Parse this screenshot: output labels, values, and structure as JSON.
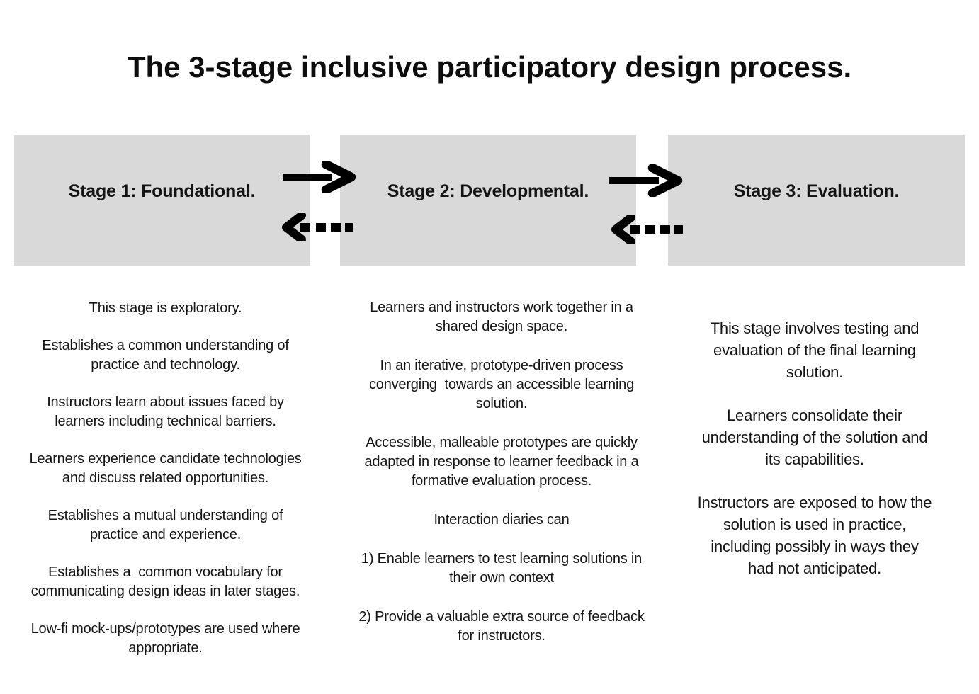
{
  "title": "The 3-stage inclusive participatory design process.",
  "stages": [
    {
      "label": "Stage 1: Foundational.",
      "paragraphs": [
        "This stage is exploratory.",
        "Establishes a common understanding of\npractice and technology.",
        "Instructors learn about issues faced by\nlearners including technical barriers.",
        "Learners experience candidate technologies\nand discuss related opportunities.",
        "Establishes a mutual understanding of\npractice and experience.",
        "Establishes a  common vocabulary for\ncommunicating design ideas in later stages.",
        "Low-fi mock-ups/prototypes are used where\nappropriate."
      ]
    },
    {
      "label": "Stage 2: Developmental.",
      "paragraphs": [
        "Learners and instructors work together in a\nshared design space.",
        "In an iterative, prototype-driven process\nconverging  towards an accessible learning\nsolution.",
        "Accessible, malleable prototypes are quickly\nadapted in response to learner feedback in a\nformative evaluation process.",
        "Interaction diaries can",
        "1) Enable learners to test learning solutions in\ntheir own context",
        "2) Provide a valuable extra source of feedback\nfor instructors."
      ]
    },
    {
      "label": "Stage 3: Evaluation.",
      "paragraphs": [
        "This stage involves testing and\nevaluation of the final learning\nsolution.",
        "Learners consolidate their\nunderstanding of the solution and\nits capabilities.",
        "Instructors are exposed to how the\nsolution is used in practice,\nincluding possibly in ways they\nhad not anticipated."
      ]
    }
  ],
  "flow_arrows": [
    {
      "name": "arrow-right-icon",
      "type": "solid-right",
      "from": "Stage 1",
      "to": "Stage 2"
    },
    {
      "name": "arrow-left-dashed-icon",
      "type": "dashed-left",
      "from": "Stage 2",
      "to": "Stage 1"
    },
    {
      "name": "arrow-right-icon",
      "type": "solid-right",
      "from": "Stage 2",
      "to": "Stage 3"
    },
    {
      "name": "arrow-left-dashed-icon",
      "type": "dashed-left",
      "from": "Stage 3",
      "to": "Stage 2"
    }
  ],
  "colors": {
    "background": "#ffffff",
    "box_bg": "#d9d9d9",
    "text": "#141414",
    "arrow": "#000000"
  }
}
